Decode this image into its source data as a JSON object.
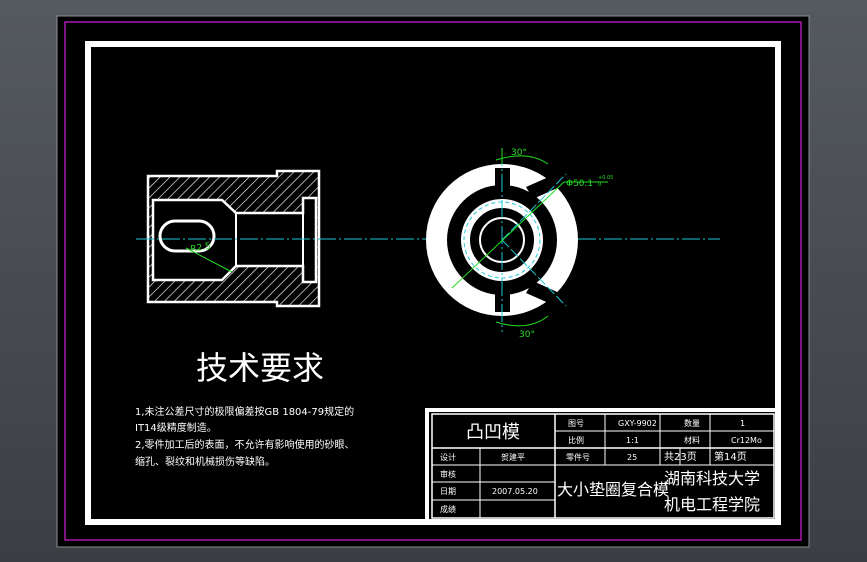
{
  "drawing": {
    "requirements_title": "技术要求",
    "requirements": [
      "1,未注公差尺寸的极限偏差按GB 1804-79规定的",
      "IT14级精度制造。",
      "2,零件加工后的表面，不允许有影响使用的砂眼、",
      "缩孔、裂纹和机械损伤等缺陷。"
    ],
    "dimensions": {
      "side_radius": "R2.5",
      "angle_top": "30°",
      "angle_bottom": "30°",
      "diameter": "Φ50.1",
      "diameter_tol_upper": "+0.05",
      "diameter_tol_lower": "0"
    }
  },
  "title_block": {
    "part_name": "凸凹模",
    "drawing_no_label": "图号",
    "drawing_no": "GXY-9902",
    "quantity_label": "数量",
    "quantity": "1",
    "scale_label": "比例",
    "scale": "1:1",
    "material_label": "材料",
    "material": "Cr12Mo",
    "designer_label": "设计",
    "designer": "贺建平",
    "part_no_label": "零件号",
    "part_no": "25",
    "total_pages": "共23页",
    "page": "第14页",
    "reviewer_label": "审核",
    "date_label": "日期",
    "date": "2007.05.20",
    "grade_label": "成绩",
    "assembly_name": "大小垫圈复合模",
    "school_line1": "湖南科技大学",
    "school_line2": "机电工程学院"
  },
  "colors": {
    "sheet": "#000000",
    "magenta_border": "#c21cc9",
    "white": "#ffffff",
    "centerline": "#1ec8d8",
    "dimension": "#22dd22"
  }
}
